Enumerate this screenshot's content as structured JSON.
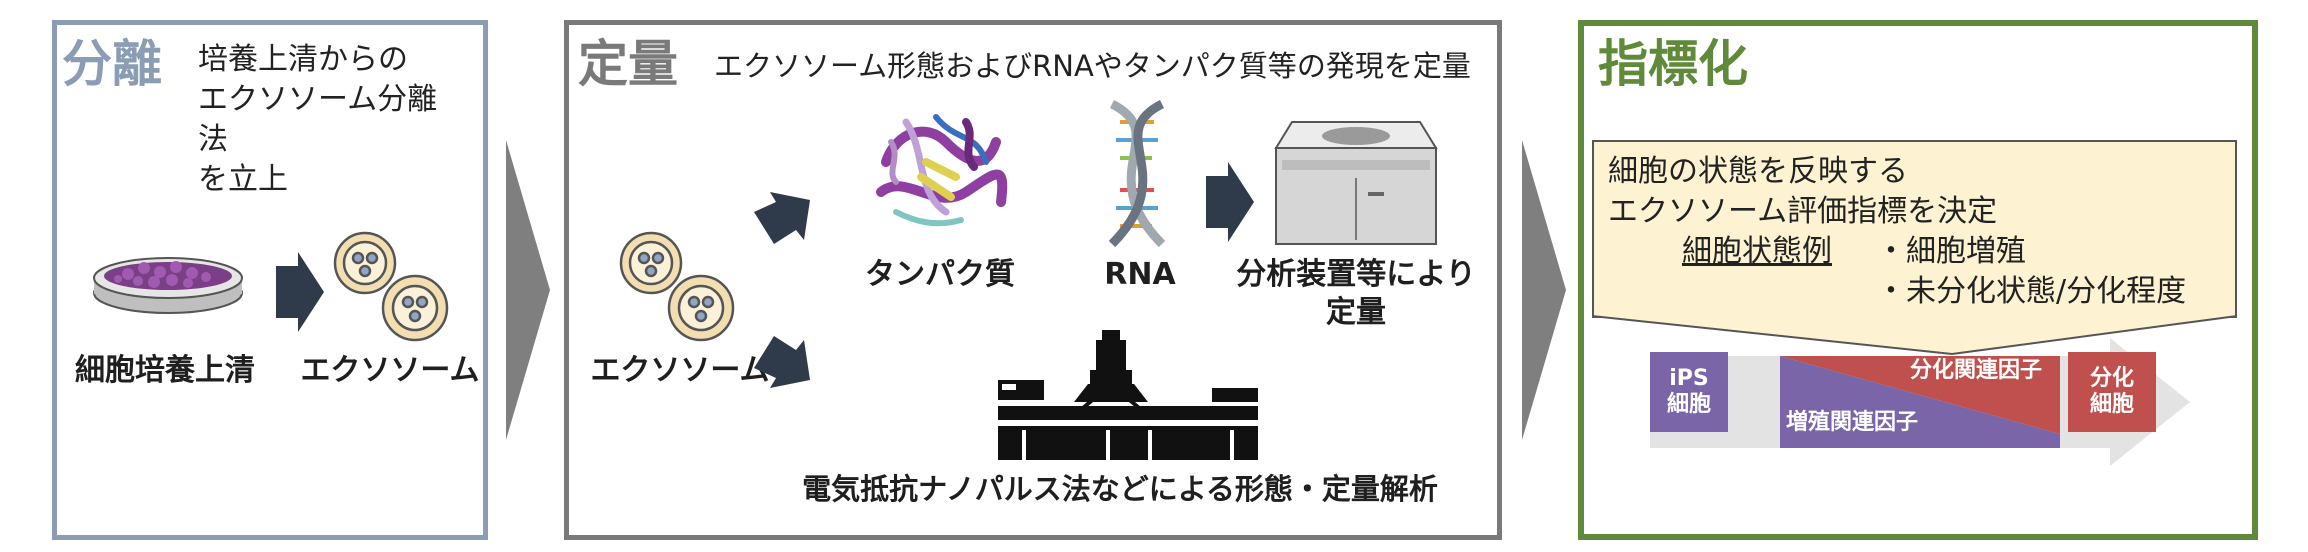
{
  "panel1": {
    "title": "分離",
    "description": "培養上清からの\nエクソソーム分離法\nを立上",
    "left_label": "細胞培養上清",
    "right_label": "エクソソーム"
  },
  "panel2": {
    "title": "定量",
    "description": "エクソソーム形態およびRNAやタンパク質等の発現を定量",
    "exosome_label": "エクソソーム",
    "protein_label": "タンパク質",
    "rna_label": "RNA",
    "analyzer_label": "分析装置等により\n定量",
    "instrument_label": "電気抵抗ナノパルス法などによる形態・定量解析"
  },
  "panel3": {
    "title": "指標化",
    "callout": {
      "line1": "細胞の状態を反映する",
      "line2": "エクソソーム評価指標を決定",
      "example_label": "細胞状態例",
      "item1": "・細胞増殖",
      "item2": "・未分化状態/分化程度"
    },
    "ips_label": "iPS\n細胞",
    "differentiated_label": "分化\n細胞",
    "upper_factor": "分化関連因子",
    "lower_factor": "増殖関連因子"
  },
  "colors": {
    "panel1_border": "#8a9db4",
    "panel2_border": "#7a7a7a",
    "panel3_border": "#5f8a3a",
    "ips_box": "#7a65a8",
    "diff_box": "#c0504d",
    "callout_bg": "#fdf3d2",
    "arrow_dark": "#2f3a4a",
    "exosome_fill": "#f2deb0"
  },
  "icons": [
    "petri-dish-icon",
    "exosome-icon",
    "protein-structure-icon",
    "rna-helix-icon",
    "analyzer-machine-icon",
    "nanopulse-instrument-icon"
  ]
}
